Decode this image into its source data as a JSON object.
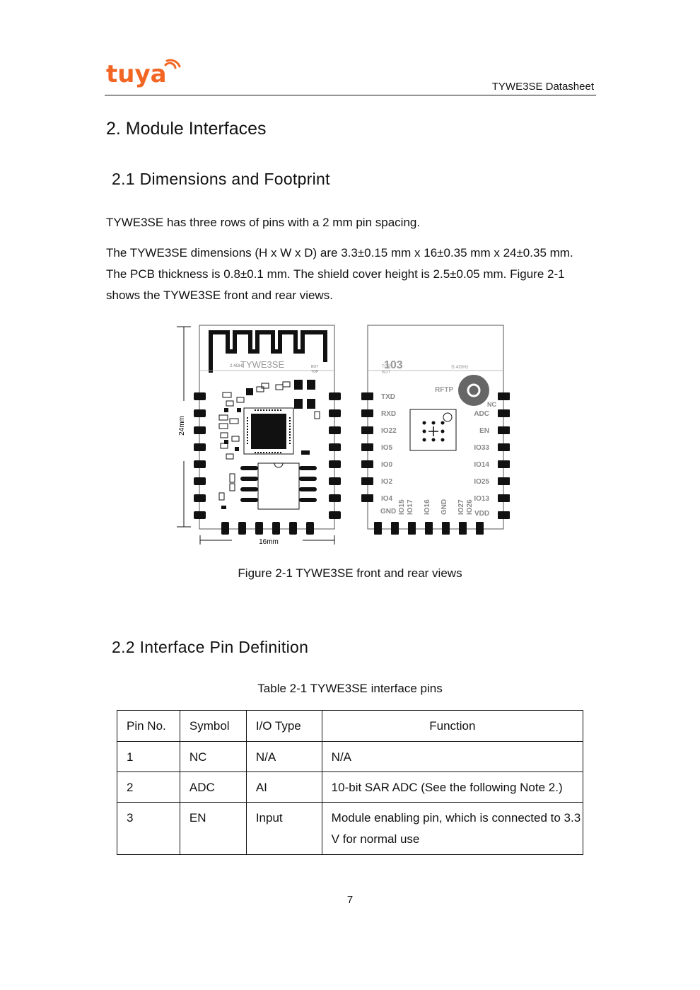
{
  "header": {
    "logo_text": "tuya",
    "logo_color": "#f26522",
    "doc_title": "TYWE3SE Datasheet"
  },
  "section_title": "2. Module Interfaces",
  "subsection_dimensions": {
    "title": "2.1 Dimensions and Footprint",
    "para1": "TYWE3SE has three rows of pins with a 2 mm pin spacing.",
    "para2": "The TYWE3SE dimensions (H x W x D) are 3.3±0.15 mm x 16±0.35 mm x 24±0.35 mm. The PCB thickness is 0.8±0.1 mm. The shield cover height is 2.5±0.05 mm. Figure 2-1 shows the TYWE3SE front and rear views."
  },
  "figure": {
    "height_label": "24mm",
    "width_label": "16mm",
    "front_module_text": "TYWE3SE",
    "front_small_text": "2.4GHz",
    "bot_label": "BOT",
    "top_label": "TOP",
    "rear_code": "103",
    "rear_top_label": "TOP",
    "rear_bot_label": "BOT",
    "rear_small_text": "S.4GHz",
    "rftp_label": "RFTP",
    "nc_label": "NC",
    "left_pins": [
      "TXD",
      "RXD",
      "IO22",
      "IO5",
      "IO0",
      "IO2",
      "IO4"
    ],
    "right_pins": [
      "ADC",
      "EN",
      "IO33",
      "IO14",
      "IO25",
      "IO13"
    ],
    "bottom_pins": [
      "GND",
      "IO15",
      "IO17",
      "IO16",
      "GND",
      "IO27",
      "IO26",
      "VDD"
    ],
    "caption": "Figure 2-1 TYWE3SE front and rear views"
  },
  "subsection_pins": {
    "title": "2.2 Interface Pin Definition",
    "table_caption": "Table 2-1 TYWE3SE interface pins",
    "columns": [
      "Pin No.",
      "Symbol",
      "I/O Type",
      "Function"
    ],
    "rows": [
      [
        "1",
        "NC",
        "N/A",
        "N/A"
      ],
      [
        "2",
        "ADC",
        "AI",
        "10-bit SAR ADC (See the following Note 2.)"
      ],
      [
        "3",
        "EN",
        "Input",
        "Module enabling pin, which is connected to 3.3 V for normal use"
      ]
    ]
  },
  "page_number": "7"
}
